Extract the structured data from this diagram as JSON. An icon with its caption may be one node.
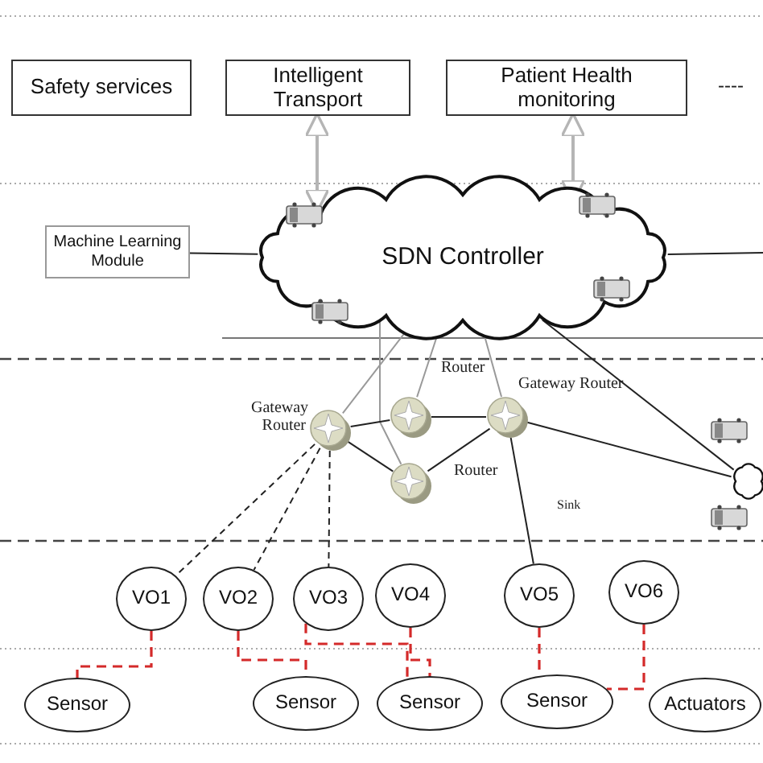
{
  "diagram": {
    "nodes": [
      {
        "text": [
          "Safety services"
        ]
      },
      {
        "text": [
          "Intelligent Transport"
        ]
      },
      {
        "text": [
          "Patient Health monitoring"
        ]
      },
      {
        "text": [
          "Machine Learning Module"
        ]
      },
      {
        "text": [
          "SDN Controller"
        ]
      },
      {
        "text": [],
        "shape": "circle",
        "beside": [
          "Gateway Router"
        ]
      },
      {
        "text": [],
        "shape": "circle",
        "beside": [
          "Router"
        ]
      },
      {
        "text": [],
        "shape": "circle",
        "beside": [
          "Router"
        ]
      },
      {
        "text": [],
        "shape": "circle",
        "beside": [
          "Gateway Router"
        ]
      },
      {
        "text": [],
        "shape": "cloud"
      },
      {
        "text": [
          "VO1"
        ]
      },
      {
        "text": [
          "VO2"
        ]
      },
      {
        "text": [
          "VO3"
        ]
      },
      {
        "text": [
          "VO4"
        ]
      },
      {
        "text": [
          "VO5"
        ]
      },
      {
        "text": [
          "VO6"
        ]
      },
      {
        "text": [
          "Sensor"
        ]
      },
      {
        "text": [
          "Sensor"
        ]
      },
      {
        "text": [
          "Sensor"
        ]
      },
      {
        "text": [
          "Sensor"
        ]
      },
      {
        "text": [
          "Actuators"
        ]
      }
    ],
    "edges": [
      {
        "from": 1,
        "to": 4,
        "arrow": "both",
        "color": "#b5b5b5"
      },
      {
        "from": 2,
        "to": 4,
        "arrow": "both",
        "color": "#b5b5b5"
      },
      {
        "from": 3,
        "to": 4,
        "arrow": "none"
      },
      {
        "from": 4,
        "to": null,
        "arrow": "none"
      },
      {
        "from": 4,
        "to": 5,
        "arrow": "none",
        "color": "#999999"
      },
      {
        "from": 4,
        "to": 6,
        "arrow": "none",
        "color": "#999999"
      },
      {
        "from": 4,
        "to": 7,
        "arrow": "none",
        "color": "#999999"
      },
      {
        "from": 4,
        "to": 8,
        "arrow": "none",
        "color": "#999999"
      },
      {
        "from": 5,
        "to": 6,
        "arrow": "none"
      },
      {
        "from": 5,
        "to": 7,
        "arrow": "none"
      },
      {
        "from": 6,
        "to": 8,
        "arrow": "none"
      },
      {
        "from": 7,
        "to": 8,
        "arrow": "none"
      },
      {
        "from": 8,
        "to": 9,
        "arrow": "none"
      },
      {
        "from": 4,
        "to": 9,
        "arrow": "none"
      },
      {
        "from": 8,
        "to": 14,
        "arrow": "none"
      },
      {
        "from": 5,
        "to": 10,
        "arrow": "none",
        "style": "dashed"
      },
      {
        "from": 5,
        "to": 11,
        "arrow": "none",
        "style": "dashed"
      },
      {
        "from": 5,
        "to": 12,
        "arrow": "none",
        "style": "dashed"
      },
      {
        "from": 10,
        "to": 16,
        "arrow": "none",
        "style": "dashed",
        "color": "#d42a2a"
      },
      {
        "from": 11,
        "to": 17,
        "arrow": "none",
        "style": "dashed",
        "color": "#d42a2a"
      },
      {
        "from": 12,
        "to": 18,
        "arrow": "none",
        "style": "dashed",
        "color": "#d42a2a"
      },
      {
        "from": 13,
        "to": 18,
        "arrow": "none",
        "style": "dashed",
        "color": "#d42a2a"
      },
      {
        "from": 14,
        "to": 19,
        "arrow": "none",
        "style": "dashed",
        "color": "#d42a2a"
      },
      {
        "from": 15,
        "to": 19,
        "arrow": "none",
        "style": "dashed",
        "color": "#d42a2a"
      }
    ],
    "labels": [
      "----",
      "Sink"
    ]
  }
}
